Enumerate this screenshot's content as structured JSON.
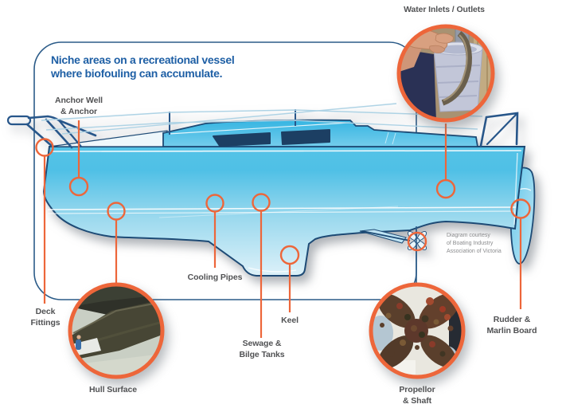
{
  "diagram": {
    "title": "Niche areas on a recreational vessel\nwhere biofouling can accumulate.",
    "credit": "Diagram courtesy\nof Boating Industry\nAssociation of Victoria",
    "labels": {
      "water_inlets": "Water Inlets / Outlets",
      "anchor_well": "Anchor Well\n& Anchor",
      "deck_fittings": "Deck\nFittings",
      "hull_surface": "Hull Surface",
      "cooling_pipes": "Cooling Pipes",
      "keel": "Keel",
      "sewage_bilge": "Sewage &\nBilge Tanks",
      "propellor_shaft": "Propellor\n& Shaft",
      "rudder_marlin": "Rudder &\nMarlin Board"
    },
    "colors": {
      "accent_orange": "#ED663A",
      "outline_navy": "#1D4A75",
      "box_border_blue": "#2B5B88",
      "title_blue": "#1E5FA5",
      "label_gray": "#515254",
      "hull_blue": "#54C2E7"
    }
  }
}
